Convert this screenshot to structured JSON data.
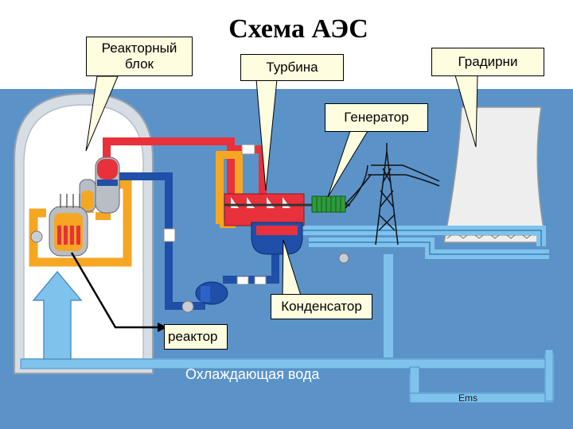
{
  "title": "Схема АЭС",
  "labels": {
    "reactor_block": "Реакторный блок",
    "turbine": "Турбина",
    "cooling_towers": "Градирни",
    "generator": "Генератор",
    "condenser": "Конденсатор",
    "reactor": "реактор",
    "cooling_water": "Охлаждающая вода",
    "credit": "Ems"
  },
  "colors": {
    "background_water": "#5b93c9",
    "primary_loop": "#f5a623",
    "steam_loop": "#e8313b",
    "secondary_loop": "#1f4fa8",
    "cooling_loop": "#7fc3ec",
    "callout_fill": "#fffde0",
    "generator": "#2e9b3a"
  }
}
